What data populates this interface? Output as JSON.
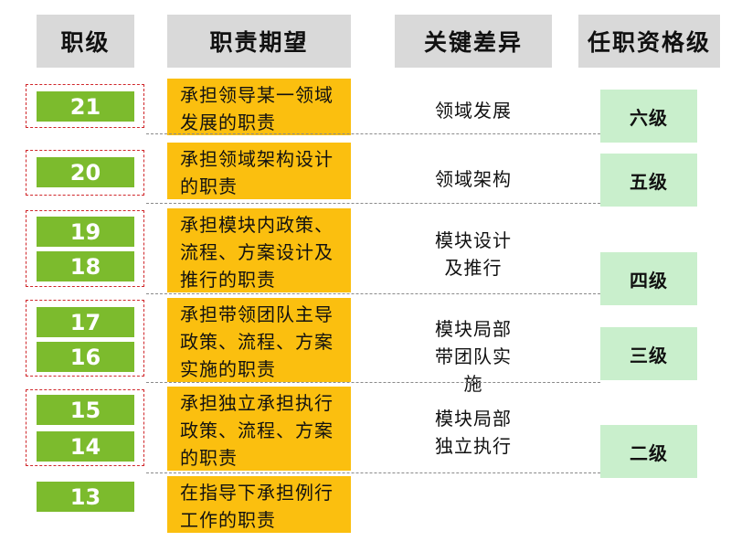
{
  "headers": {
    "level": "职级",
    "duty": "职责期望",
    "difference": "关键差异",
    "qualification": "任职资格级"
  },
  "levels": [
    "21",
    "20",
    "19",
    "18",
    "17",
    "16",
    "15",
    "14",
    "13"
  ],
  "duties": [
    "承担领导某一领域发展的职责",
    "承担领域架构设计的职责",
    "承担模块内政策、流程、方案设计及推行的职责",
    "承担带领团队主导政策、流程、方案实施的职责",
    "承担独立承担执行政策、流程、方案的职责",
    "在指导下承担例行工作的职责"
  ],
  "differences": [
    "领域发展",
    "领域架构",
    "模块设计及推行",
    "模块局部带团队实施",
    "模块局部独立执行"
  ],
  "qualifications": [
    "六级",
    "五级",
    "四级",
    "三级",
    "二级"
  ],
  "colors": {
    "header_bg": "#d9d9d9",
    "level_green": "#7cbb2d",
    "duty_orange": "#fbbf0f",
    "qualification_green": "#c9efcc",
    "group_border_red": "#d0272b"
  }
}
